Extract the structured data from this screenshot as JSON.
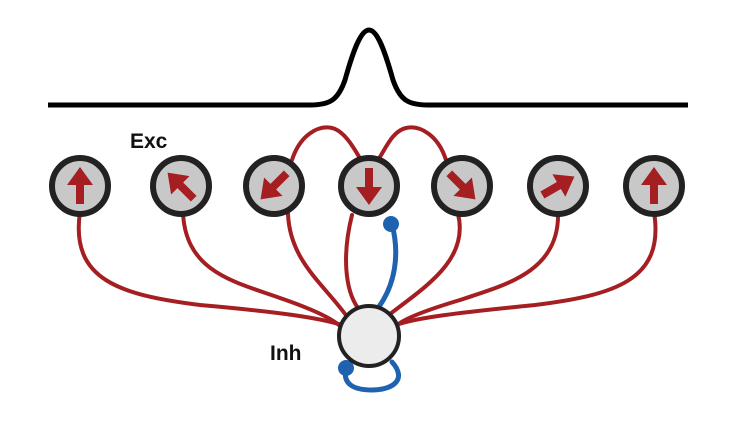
{
  "labels": {
    "excitatory": "Exc",
    "inhibitory": "Inh"
  },
  "colors": {
    "excitatory_connection": "#a51e22",
    "inhibitory_connection": "#1f63b0",
    "bump_curve": "#000000",
    "neuron_fill": "#c8c8c8",
    "neuron_ring": "#222222",
    "inhibitory_fill": "#ececec",
    "arrow": "#a51e22"
  },
  "excitatory_neurons": [
    {
      "id": "exc-1",
      "direction_deg": 0
    },
    {
      "id": "exc-2",
      "direction_deg": -45
    },
    {
      "id": "exc-3",
      "direction_deg": -135
    },
    {
      "id": "exc-4",
      "direction_deg": 180
    },
    {
      "id": "exc-5",
      "direction_deg": 135
    },
    {
      "id": "exc-6",
      "direction_deg": 60
    },
    {
      "id": "exc-7",
      "direction_deg": 0
    }
  ],
  "icons": {
    "excitatory_arrow": "arrow-icon",
    "inhibitory_synapse": "synapse-dot-icon"
  }
}
